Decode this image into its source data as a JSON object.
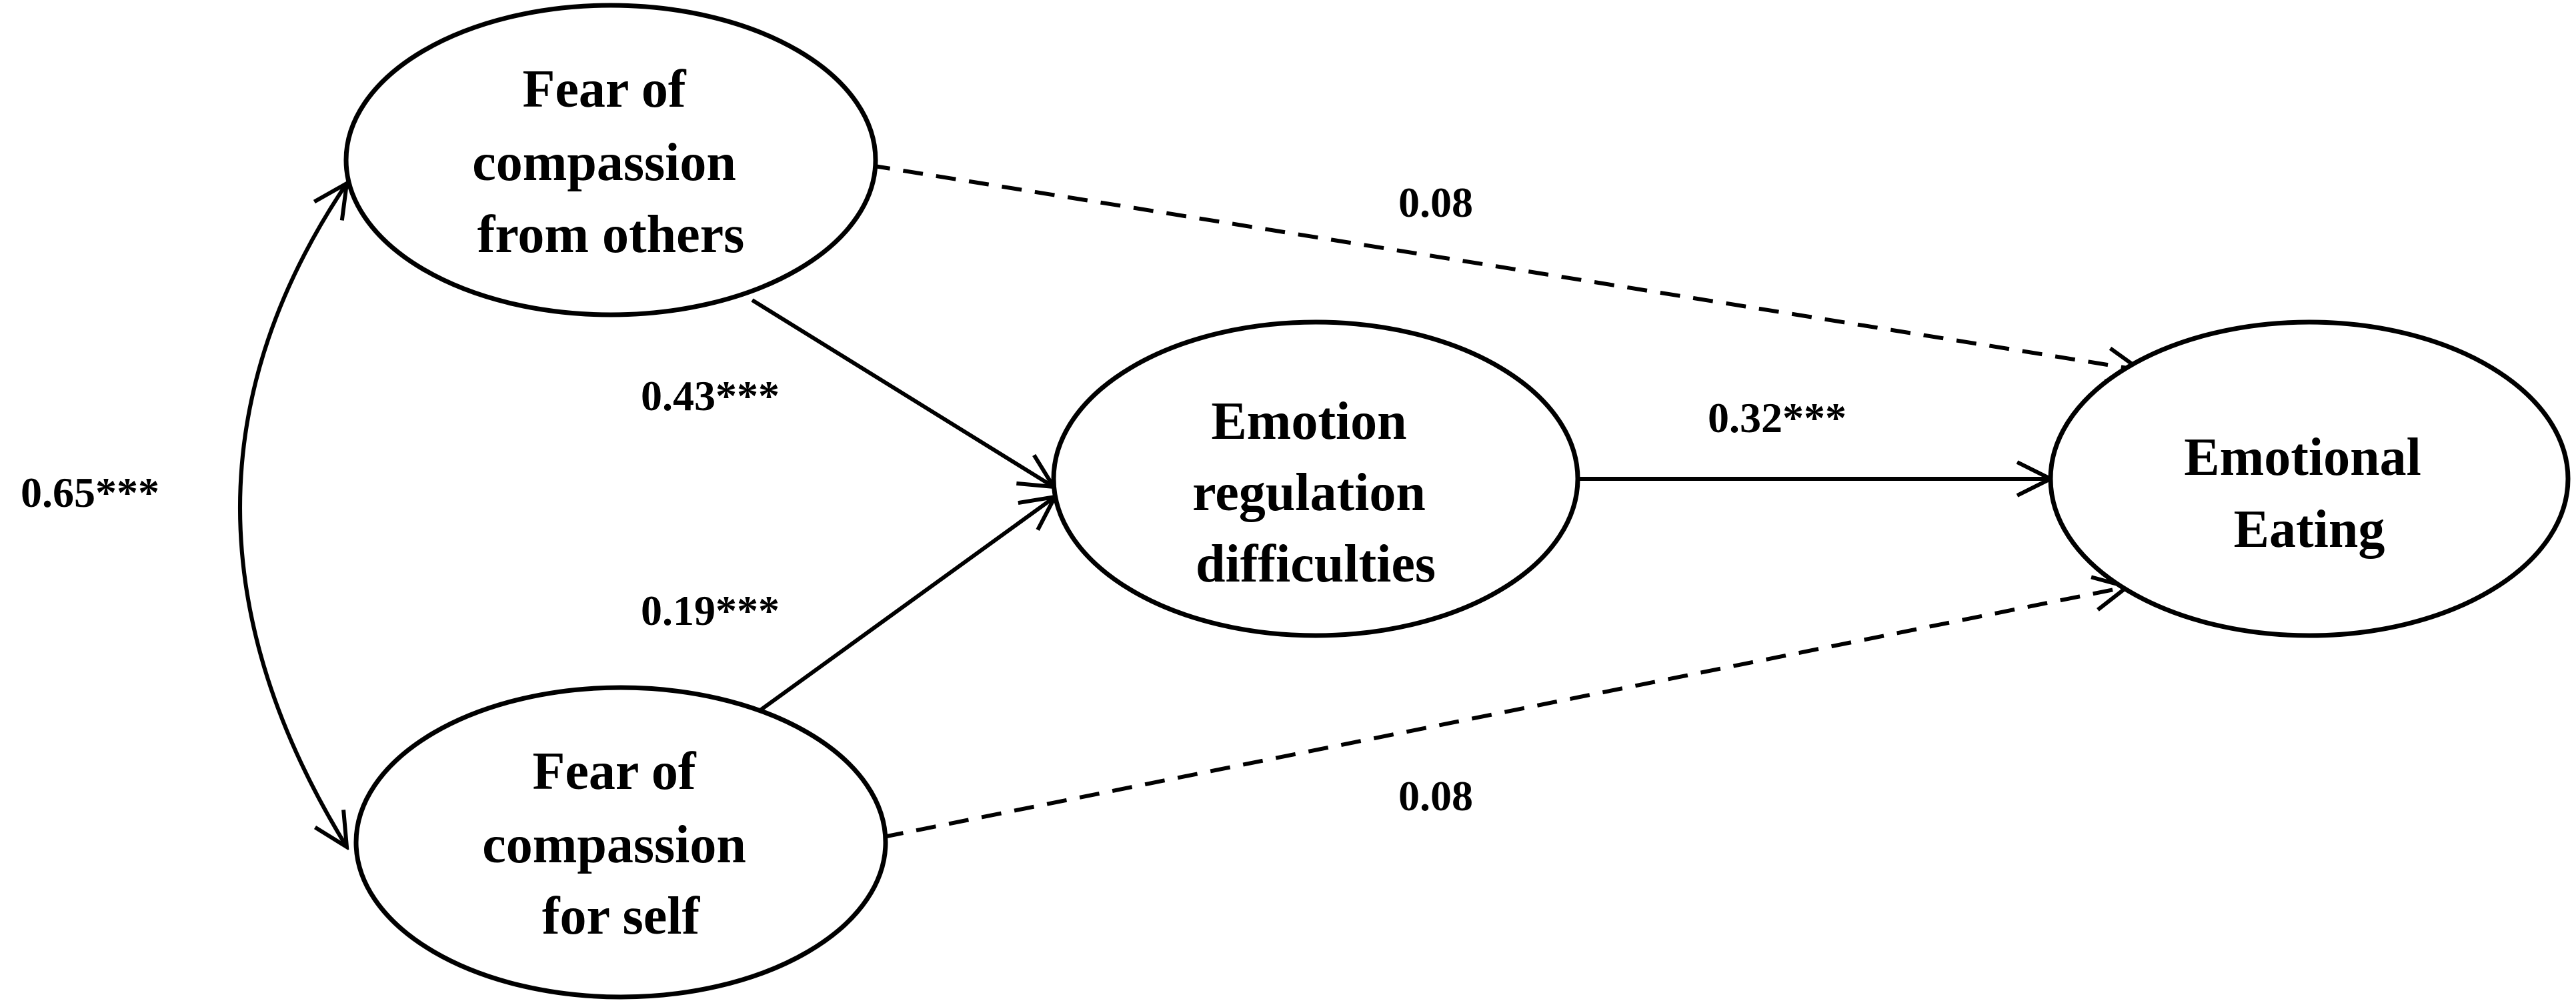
{
  "diagram": {
    "nodes": {
      "fear_others": {
        "lines": [
          "Fear of",
          "compassion",
          "from others"
        ]
      },
      "fear_self": {
        "lines": [
          "Fear of",
          "compassion",
          "for self"
        ]
      },
      "emotion_reg": {
        "lines": [
          "Emotion",
          "regulation",
          "difficulties"
        ]
      },
      "emotional_eating": {
        "lines": [
          "Emotional",
          "Eating"
        ]
      }
    },
    "edges": {
      "covariance": {
        "label": "0.65***",
        "style": "solid",
        "from": "Fear of compassion from others",
        "to": "Fear of compassion for self"
      },
      "others_to_reg": {
        "label": "0.43***",
        "style": "solid",
        "from": "Fear of compassion from others",
        "to": "Emotion regulation difficulties"
      },
      "self_to_reg": {
        "label": "0.19***",
        "style": "solid",
        "from": "Fear of compassion for self",
        "to": "Emotion regulation difficulties"
      },
      "reg_to_eating": {
        "label": "0.32***",
        "style": "solid",
        "from": "Emotion regulation difficulties",
        "to": "Emotional Eating"
      },
      "others_to_eating": {
        "label": "0.08",
        "style": "dashed",
        "from": "Fear of compassion from others",
        "to": "Emotional Eating"
      },
      "self_to_eating": {
        "label": "0.08",
        "style": "dashed",
        "from": "Fear of compassion for self",
        "to": "Emotional Eating"
      }
    }
  },
  "colors": {
    "line": "#000000",
    "background": "#ffffff"
  }
}
